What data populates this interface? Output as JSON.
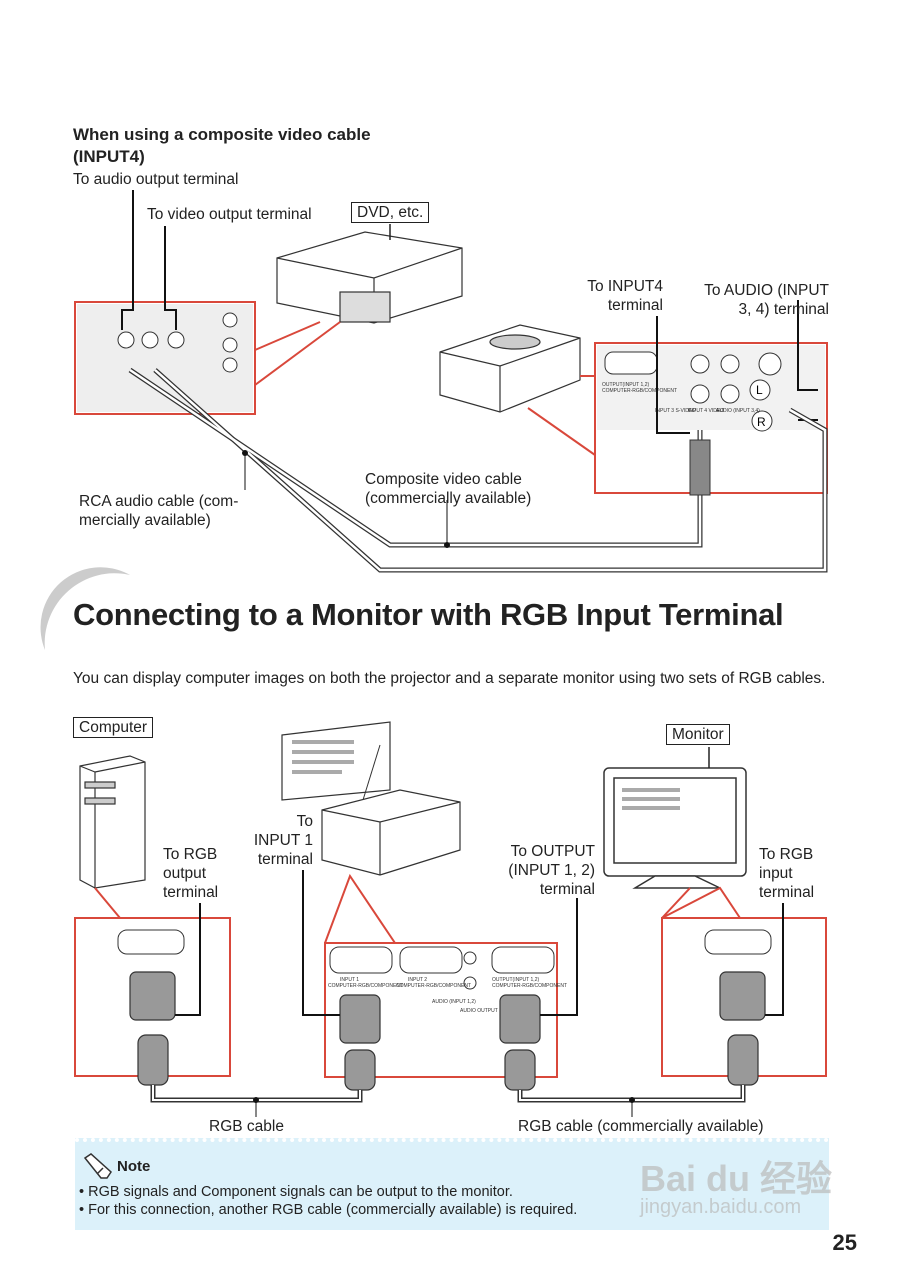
{
  "composite": {
    "heading_line1": "When using a composite video cable",
    "heading_line2": "(INPUT4)",
    "label_audio_out": "To audio output terminal",
    "label_video_out": "To video output terminal",
    "device": "DVD, etc.",
    "label_input4_1": "To INPUT4",
    "label_input4_2": "terminal",
    "label_audio_in_1": "To AUDIO (INPUT",
    "label_audio_in_2": "3, 4) terminal",
    "composite_cable_1": "Composite video cable",
    "composite_cable_2": "(commercially available)",
    "rca_cable_1": "RCA audio cable (com-",
    "rca_cable_2": "mercially available)",
    "panel_labels": [
      "OUTPUT(INPUT 1,2)",
      "COMPUTER-RGB/COMPONENT",
      "INPUT 3",
      "S-VIDEO",
      "INPUT 4",
      "VIDEO",
      "AUDIO",
      "(INPUT 3,4)",
      "L",
      "R"
    ]
  },
  "section": {
    "title": "Connecting to a Monitor with RGB Input Terminal",
    "intro": "You can display computer images on both the projector and a separate monitor using two sets of RGB cables."
  },
  "rgb": {
    "computer": "Computer",
    "monitor": "Monitor",
    "to_rgb_out": [
      "To RGB",
      "output",
      "terminal"
    ],
    "to_input1": [
      "To",
      "INPUT 1",
      "terminal"
    ],
    "to_output": [
      "To OUTPUT",
      "(INPUT 1, 2)",
      "terminal"
    ],
    "to_rgb_in": [
      "To RGB",
      "input",
      "terminal"
    ],
    "rgb_cable": "RGB cable",
    "rgb_cable_commercial": "RGB cable (commercially available)",
    "panel_labels": [
      "INPUT 1",
      "COMPUTER-RGB/COMPONENT",
      "INPUT 2",
      "COMPUTER-RGB/COMPONENT",
      "OUTPUT(INPUT 1,2)",
      "COMPUTER-RGB/COMPONENT",
      "AUDIO",
      "(INPUT 1,2)",
      "AUDIO",
      "OUTPUT"
    ]
  },
  "note": {
    "title": "Note",
    "icon": "pencil-icon",
    "items": [
      "• RGB signals and Component signals can be output to the monitor.",
      "• For this connection, another RGB cable (commercially available) is required."
    ]
  },
  "page_number": "25",
  "watermark": {
    "line1": "Bai du 经验",
    "line2": "jingyan.baidu.com"
  },
  "colors": {
    "callout_red": "#d9483b",
    "note_bg": "#dcf1fa",
    "text": "#222222"
  }
}
